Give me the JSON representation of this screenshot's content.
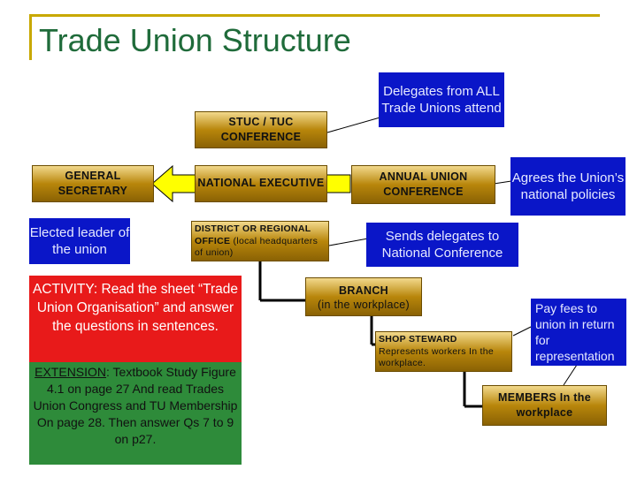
{
  "title": "Trade Union Structure",
  "boxes": {
    "stuc_conference": "STUC / TUC CONFERENCE",
    "general_secretary": "GENERAL SECRETARY",
    "national_executive": "NATIONAL EXECUTIVE",
    "annual_conference": "ANNUAL UNION CONFERENCE",
    "district_office_title": "DISTRICT OR REGIONAL OFFICE",
    "district_office_note": "(local headquarters of union)",
    "branch_title": "BRANCH",
    "branch_note": "(in the workplace)",
    "shop_steward_title": "SHOP STEWARD",
    "shop_steward_note": "Represents workers In the workplace.",
    "members": "MEMBERS In the workplace"
  },
  "notes": {
    "delegates": "Delegates from ALL Trade Unions attend",
    "agrees": "Agrees the Union’s national policies",
    "elected": "Elected leader of the union",
    "sends": "Sends delegates to National Conference",
    "pay": "Pay fees to union in return for representation"
  },
  "activity": {
    "text": "ACTIVITY: Read the sheet “Trade Union Organisation” and answer the questions in sentences."
  },
  "extension": {
    "label": "EXTENSION",
    "text": ": Textbook Study Figure 4.1 on page 27 And read Trades Union Congress and TU Membership On page 28. Then answer Qs 7 to 9 on p27."
  },
  "colors": {
    "gold": "#b8860b",
    "note_blue": "#0a16c8",
    "activity_red": "#e81a1a",
    "extension_green": "#2e8b3a",
    "title_green": "#1f6b3a",
    "frame_gold": "#c8a800"
  }
}
